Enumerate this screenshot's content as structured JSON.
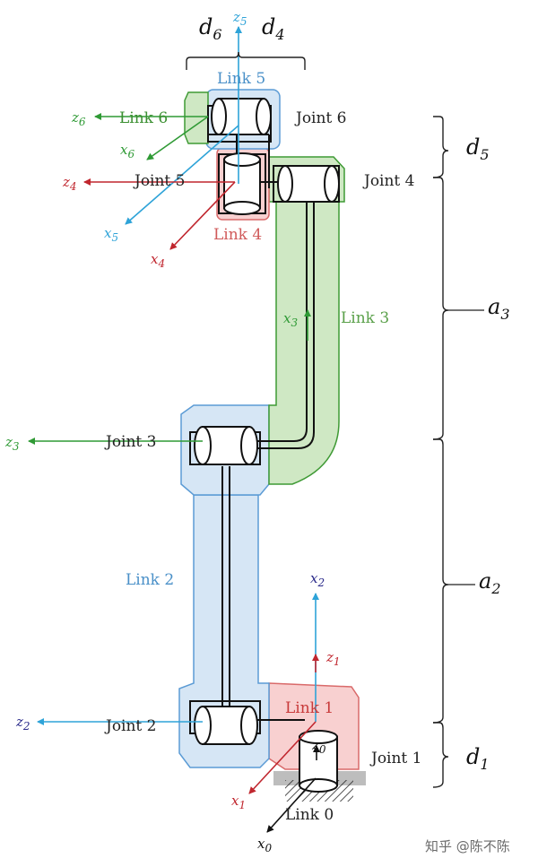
{
  "colors": {
    "blue_fill": "#d6e6f5",
    "blue_stroke": "#5b9bd5",
    "green_fill": "#cfe8c4",
    "green_stroke": "#3f9a35",
    "red_fill": "#f8d0d0",
    "red_stroke": "#d96a6a",
    "cyan_axis": "#2ea3d8",
    "green_axis": "#2f9a35",
    "red_axis": "#c0262e",
    "black_axis": "#111111"
  },
  "links": {
    "link0": "Link 0",
    "link1": "Link 1",
    "link2": "Link 2",
    "link3": "Link 3",
    "link4": "Link 4",
    "link5": "Link 5",
    "link6": "Link 6"
  },
  "joints": {
    "joint1": "Joint 1",
    "joint2": "Joint 2",
    "joint3": "Joint 3",
    "joint4": "Joint 4",
    "joint5": "Joint 5",
    "joint6": "Joint 6"
  },
  "axes": {
    "z0": {
      "v": "z",
      "s": "0"
    },
    "x0": {
      "v": "x",
      "s": "0"
    },
    "z1": {
      "v": "z",
      "s": "1"
    },
    "x1": {
      "v": "x",
      "s": "1"
    },
    "z2": {
      "v": "z",
      "s": "2"
    },
    "x2": {
      "v": "x",
      "s": "2"
    },
    "z3": {
      "v": "z",
      "s": "3"
    },
    "x3": {
      "v": "x",
      "s": "3"
    },
    "z4": {
      "v": "z",
      "s": "4"
    },
    "x4": {
      "v": "x",
      "s": "4"
    },
    "z5": {
      "v": "z",
      "s": "5"
    },
    "x5": {
      "v": "x",
      "s": "5"
    },
    "z6": {
      "v": "z",
      "s": "6"
    },
    "x6": {
      "v": "x",
      "s": "6"
    }
  },
  "dims": {
    "d1": {
      "v": "d",
      "s": "1"
    },
    "d4": {
      "v": "d",
      "s": "4"
    },
    "d5": {
      "v": "d",
      "s": "5"
    },
    "d6": {
      "v": "d",
      "s": "6"
    },
    "a2": {
      "v": "a",
      "s": "2"
    },
    "a3": {
      "v": "a",
      "s": "3"
    }
  },
  "watermark": "知乎 @陈不陈"
}
